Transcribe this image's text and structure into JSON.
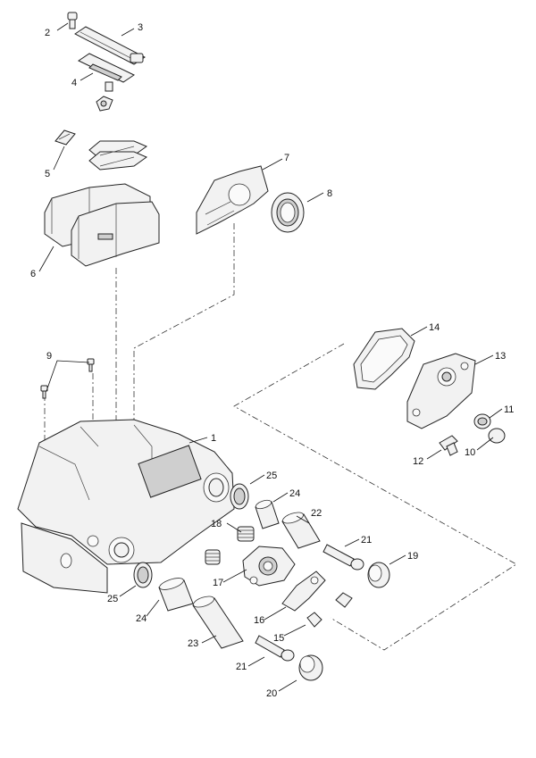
{
  "diagram": {
    "callouts": {
      "c2": "2",
      "c3": "3",
      "c4": "4",
      "c5": "5",
      "c6": "6",
      "c7": "7",
      "c8": "8",
      "c9": "9",
      "c1": "1",
      "c14": "14",
      "c13": "13",
      "c11": "11",
      "c10": "10",
      "c12": "12",
      "c25a": "25",
      "c24a": "24",
      "c22": "22",
      "c18": "18",
      "c21a": "21",
      "c19": "19",
      "c17": "17",
      "c25b": "25",
      "c24b": "24",
      "c16": "16",
      "c15": "15",
      "c23": "23",
      "c21b": "21",
      "c20": "20"
    }
  }
}
